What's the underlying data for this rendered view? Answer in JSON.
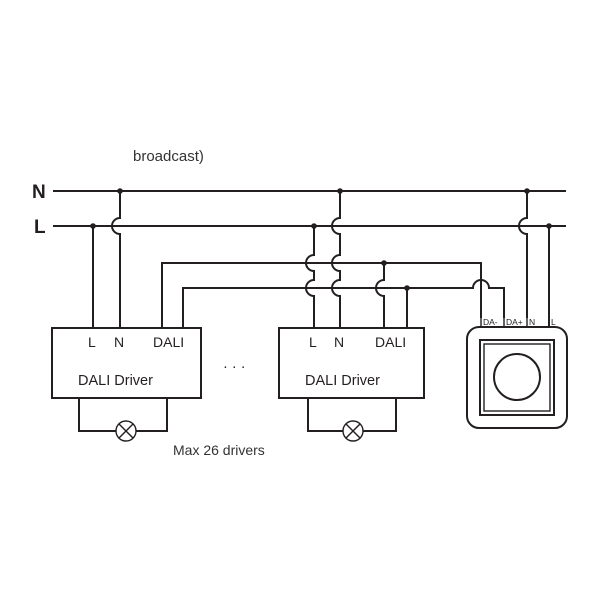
{
  "title_fragment": "broadcast)",
  "buses": {
    "neutral": "N",
    "live": "L"
  },
  "drivers": [
    {
      "name": "DALI Driver",
      "terminals": [
        "L",
        "N",
        "DALI"
      ],
      "load": "lamp"
    },
    {
      "name": "DALI Driver",
      "terminals": [
        "L",
        "N",
        "DALI"
      ],
      "load": "lamp"
    }
  ],
  "ellipsis": "· · ·",
  "caption": "Max 26 drivers",
  "controller": {
    "type": "DALI rotary dimmer",
    "terminals": [
      "DA-",
      "DA+",
      "N",
      "L"
    ]
  },
  "colors": {
    "line": "#231f20",
    "background": "#ffffff"
  }
}
